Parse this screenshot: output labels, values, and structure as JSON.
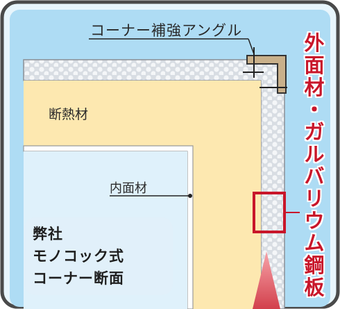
{
  "labels": {
    "corner_angle": "コーナー補強アングル",
    "insulation": "断熱材",
    "inner_wall": "内面材",
    "exterior": "外面材・ガルバリウム鋼板"
  },
  "caption": {
    "line1": "弊社",
    "line2": "モノコック式",
    "line3": "コーナー断面"
  },
  "colors": {
    "background": "#aedcf4",
    "insulation": "#fde8b0",
    "inner_wall": "#ffffff",
    "frame_border": "#4a4a4a",
    "highlight": "#c8162a",
    "pointer": "#e05c66"
  }
}
